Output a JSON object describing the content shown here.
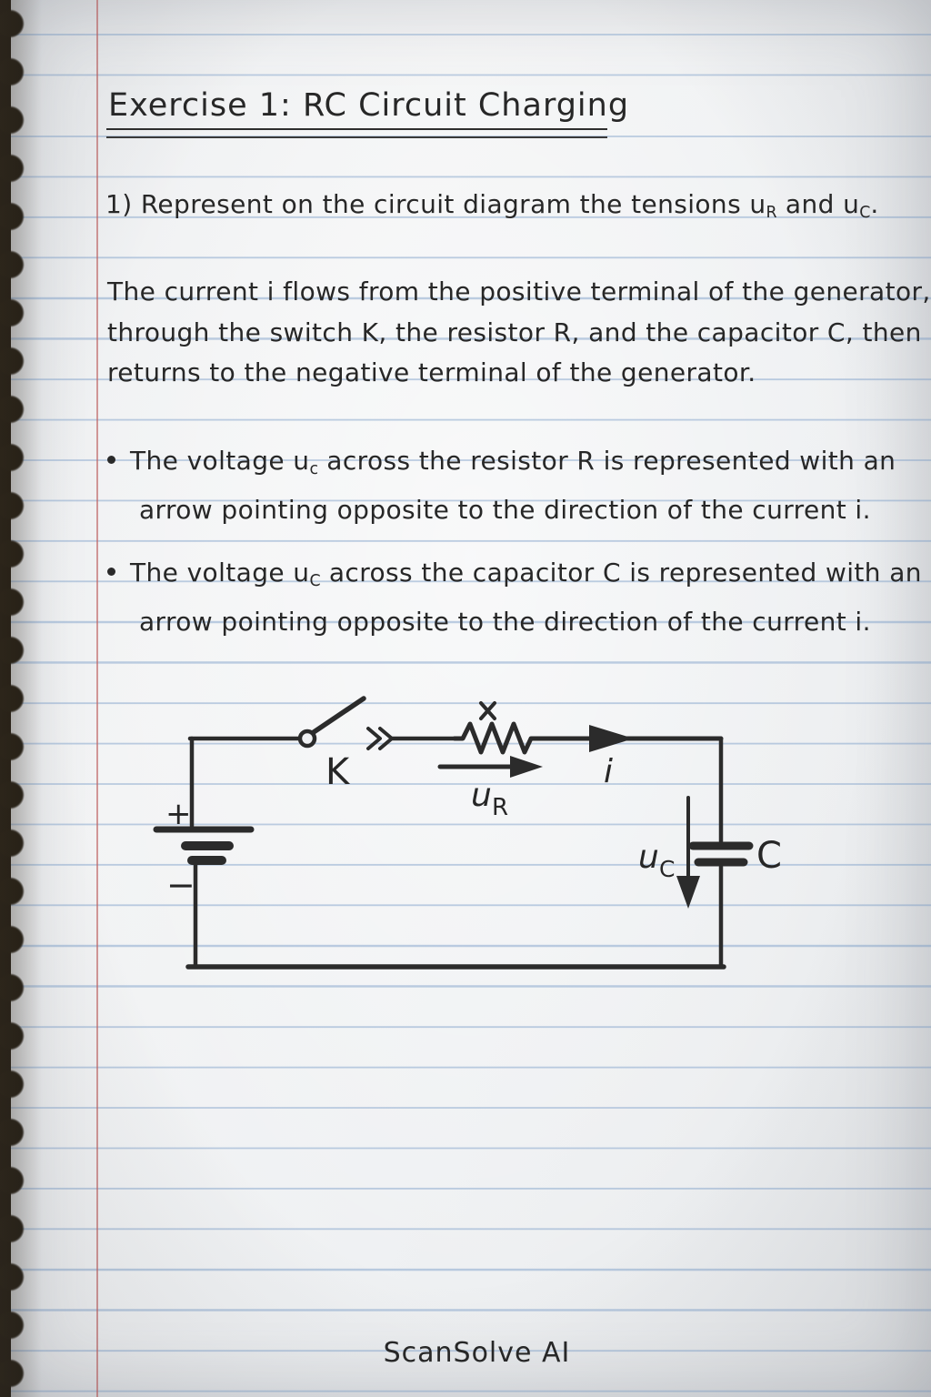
{
  "page": {
    "title": "Exercise 1: RC Circuit Charging",
    "footer": "ScanSolve AI"
  },
  "question": {
    "pre": "1) Represent on the circuit diagram the tensions ",
    "u1_base": "u",
    "u1_sub": "R",
    "mid": " and ",
    "u2_base": "u",
    "u2_sub": "C",
    "end": "."
  },
  "paragraph": {
    "line1": "The current i flows from the positive terminal of the generator,",
    "line2": "through the switch K, the resistor R, and the capacitor C, then",
    "line3": "returns to the negative terminal of the generator."
  },
  "bullets": [
    {
      "l1_pre": "The voltage ",
      "sym_base": "u",
      "sym_sub": "c",
      "l1_post": " across the resistor R is represented with an",
      "l2": "arrow pointing opposite to the direction of the current i."
    },
    {
      "l1_pre": "The voltage ",
      "sym_base": "u",
      "sym_sub": "C",
      "l1_post": " across the capacitor C is represented with an",
      "l2": "arrow pointing opposite to the direction of the current i."
    }
  ],
  "circuit": {
    "switch_label": "K",
    "current_label": "i",
    "resistor_voltage_base": "u",
    "resistor_voltage_sub": "R",
    "capacitor_voltage_base": "u",
    "capacitor_voltage_sub": "C",
    "capacitor_label": "C",
    "battery_plus": "+",
    "battery_minus": "−"
  },
  "colors": {
    "ink": "#2b2b2b",
    "ruled_line": "#8aa8cd",
    "margin_line": "#be6464",
    "paper": "#f0f1f3"
  }
}
